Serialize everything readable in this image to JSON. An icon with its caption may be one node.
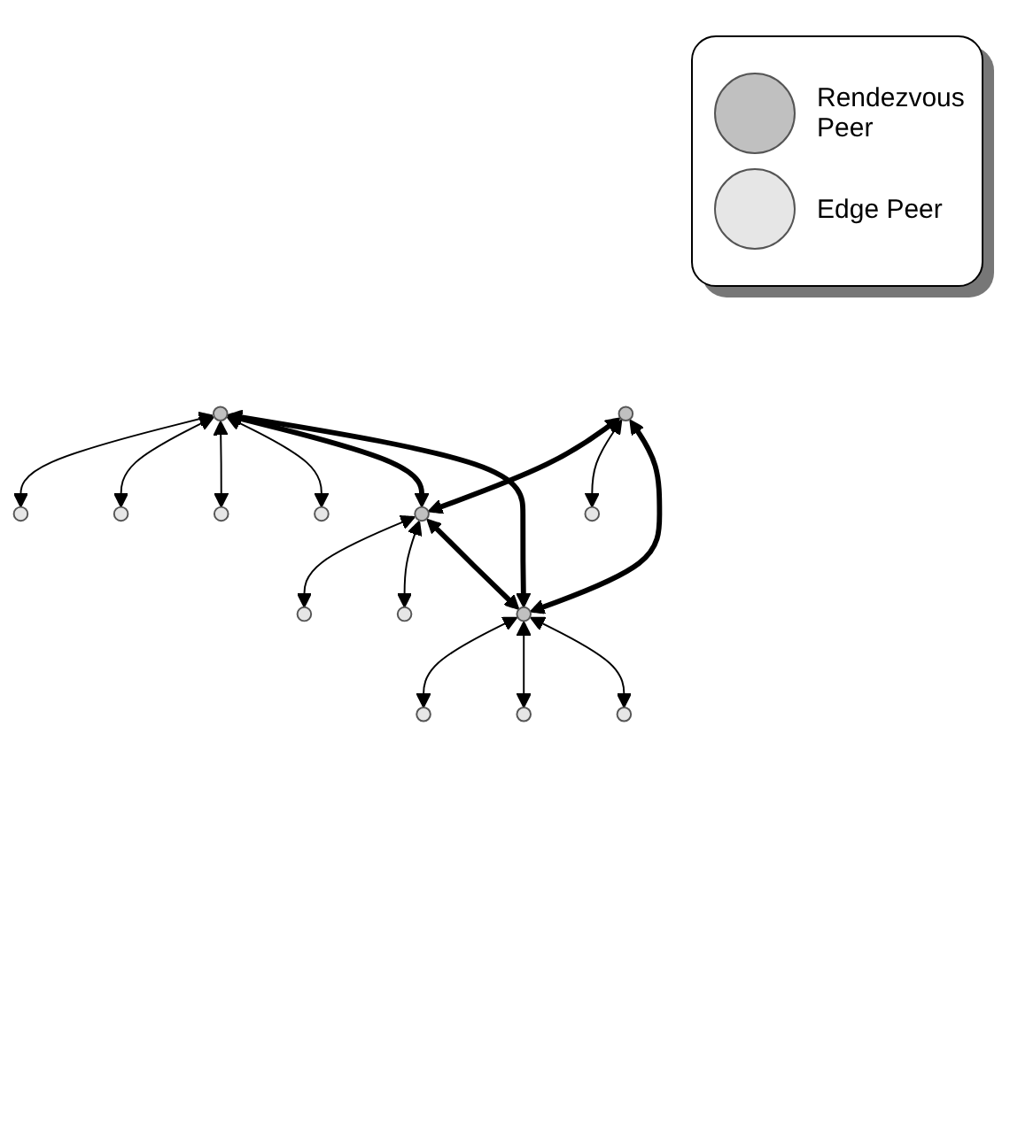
{
  "diagram": {
    "nodes": [
      {
        "text": [],
        "shape": "circle"
      },
      {
        "text": [],
        "shape": "circle"
      },
      {
        "text": [],
        "shape": "circle"
      },
      {
        "text": [],
        "shape": "circle"
      },
      {
        "text": [],
        "shape": "circle"
      },
      {
        "text": [],
        "shape": "circle"
      },
      {
        "text": [],
        "shape": "circle"
      },
      {
        "text": [],
        "shape": "circle"
      },
      {
        "text": [],
        "shape": "circle"
      },
      {
        "text": [],
        "shape": "circle"
      },
      {
        "text": [],
        "shape": "circle"
      },
      {
        "text": [],
        "shape": "circle"
      },
      {
        "text": [],
        "shape": "circle"
      },
      {
        "text": [],
        "shape": "circle"
      }
    ],
    "edges": [
      {
        "from": 4,
        "to": 0,
        "arrow": "both"
      },
      {
        "from": 4,
        "to": 1,
        "arrow": "both"
      },
      {
        "from": 4,
        "to": 2,
        "arrow": "both"
      },
      {
        "from": 4,
        "to": 3,
        "arrow": "both"
      },
      {
        "from": 4,
        "to": 6,
        "arrow": "both",
        "style": "thick"
      },
      {
        "from": 4,
        "to": 10,
        "arrow": "both",
        "style": "thick"
      },
      {
        "from": 6,
        "to": 5,
        "arrow": "both"
      },
      {
        "from": 6,
        "to": 8,
        "arrow": "both"
      },
      {
        "from": 7,
        "to": 6,
        "arrow": "both",
        "style": "thick"
      },
      {
        "from": 7,
        "to": 9,
        "arrow": "both"
      },
      {
        "from": 7,
        "to": 10,
        "arrow": "both",
        "style": "thick"
      },
      {
        "from": 6,
        "to": 10,
        "arrow": "both",
        "style": "thick"
      },
      {
        "from": 10,
        "to": 12,
        "arrow": "both"
      },
      {
        "from": 10,
        "to": 13,
        "arrow": "both"
      },
      {
        "from": 10,
        "to": 11,
        "arrow": "both"
      }
    ],
    "legend": [
      {
        "text": "Rendezvous Peer",
        "color": "#c0c0c0"
      },
      {
        "text": "Edge Peer",
        "color": "#e6e6e6"
      }
    ]
  }
}
